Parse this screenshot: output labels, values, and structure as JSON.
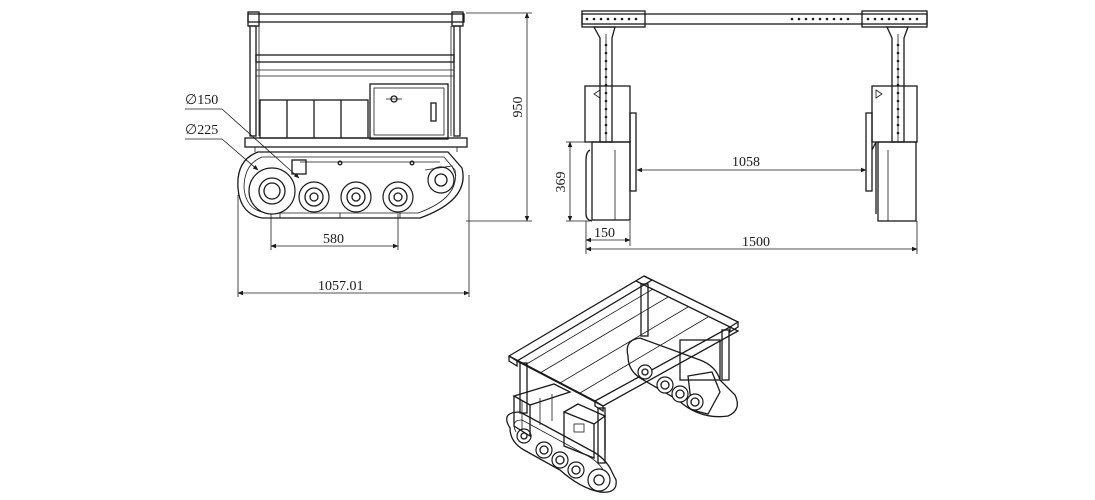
{
  "side_view": {
    "dim_wheel_small": "∅150",
    "dim_wheel_large": "∅225",
    "dim_wheelbase": "580",
    "dim_overall_length": "1057.01",
    "dim_overall_height": "950"
  },
  "front_view": {
    "dim_clearance": "369",
    "dim_track_width": "150",
    "dim_inner_gap": "1058",
    "dim_overall_width": "1500"
  },
  "colors": {
    "line": "#1a1a1a",
    "background": "#ffffff"
  }
}
